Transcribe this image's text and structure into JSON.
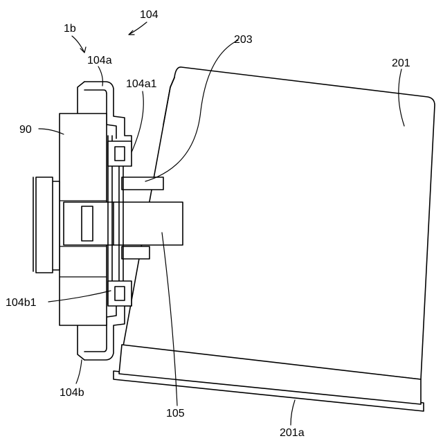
{
  "labels": {
    "ref_104": "104",
    "ref_1b": "1b",
    "ref_104a": "104a",
    "ref_104a1": "104a1",
    "ref_203": "203",
    "ref_201": "201",
    "ref_90": "90",
    "ref_104b1": "104b1",
    "ref_104b": "104b",
    "ref_105": "105",
    "ref_201a": "201a"
  }
}
